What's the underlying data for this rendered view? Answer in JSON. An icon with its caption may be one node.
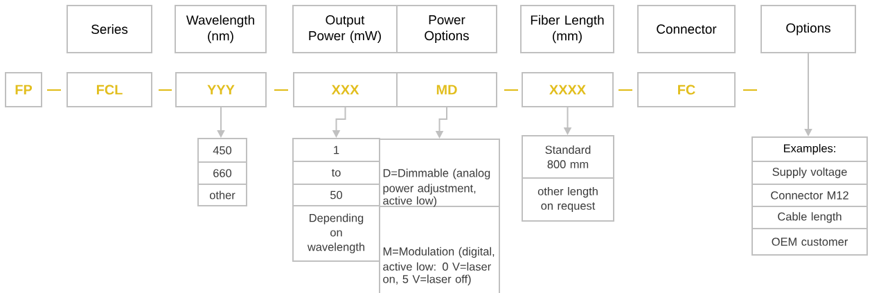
{
  "diagram": {
    "nodes": [
      {
        "text": [
          "Series"
        ]
      },
      {
        "text": [
          "Wavelength (nm)"
        ]
      },
      {
        "text": [
          "Output Power (mW)"
        ]
      },
      {
        "text": [
          "Power Options"
        ]
      },
      {
        "text": [
          "Fiber Length (mm)"
        ]
      },
      {
        "text": [
          "Connector"
        ]
      },
      {
        "text": [
          "Options"
        ]
      },
      {
        "text": [
          "FP"
        ]
      },
      {
        "text": [
          "FCL"
        ]
      },
      {
        "text": [
          "YYY"
        ]
      },
      {
        "text": [
          "XXX"
        ]
      },
      {
        "text": [
          "MD"
        ]
      },
      {
        "text": [
          "XXXX"
        ]
      },
      {
        "text": [
          "FC"
        ]
      },
      {
        "text": [
          "450"
        ]
      },
      {
        "text": [
          "660"
        ]
      },
      {
        "text": [
          "other"
        ]
      },
      {
        "text": [
          "1"
        ]
      },
      {
        "text": [
          "to"
        ]
      },
      {
        "text": [
          "50"
        ]
      },
      {
        "text": [
          "Depending on wavelength"
        ]
      },
      {
        "text": [
          "D=Dimmable (analog power adjustment, active low)"
        ]
      },
      {
        "text": [
          "M=Modulation (digital, active low: 0 V=laser on, 5 V=laser off)"
        ]
      },
      {
        "text": [
          "Standard 800 mm"
        ]
      },
      {
        "text": [
          "other length on request"
        ]
      },
      {
        "text": [
          "Examples:"
        ]
      },
      {
        "text": [
          "Supply voltage"
        ]
      },
      {
        "text": [
          "Connector M12"
        ]
      },
      {
        "text": [
          "Cable length"
        ]
      },
      {
        "text": [
          "OEM customer"
        ]
      }
    ],
    "edges": [
      {
        "from": 9,
        "to": 14,
        "arrow": "to"
      },
      {
        "from": 10,
        "to": 17,
        "arrow": "to"
      },
      {
        "from": 11,
        "to": 21,
        "arrow": "to"
      },
      {
        "from": 12,
        "to": 23,
        "arrow": "to"
      },
      {
        "from": 6,
        "to": 25,
        "arrow": "to"
      }
    ]
  }
}
